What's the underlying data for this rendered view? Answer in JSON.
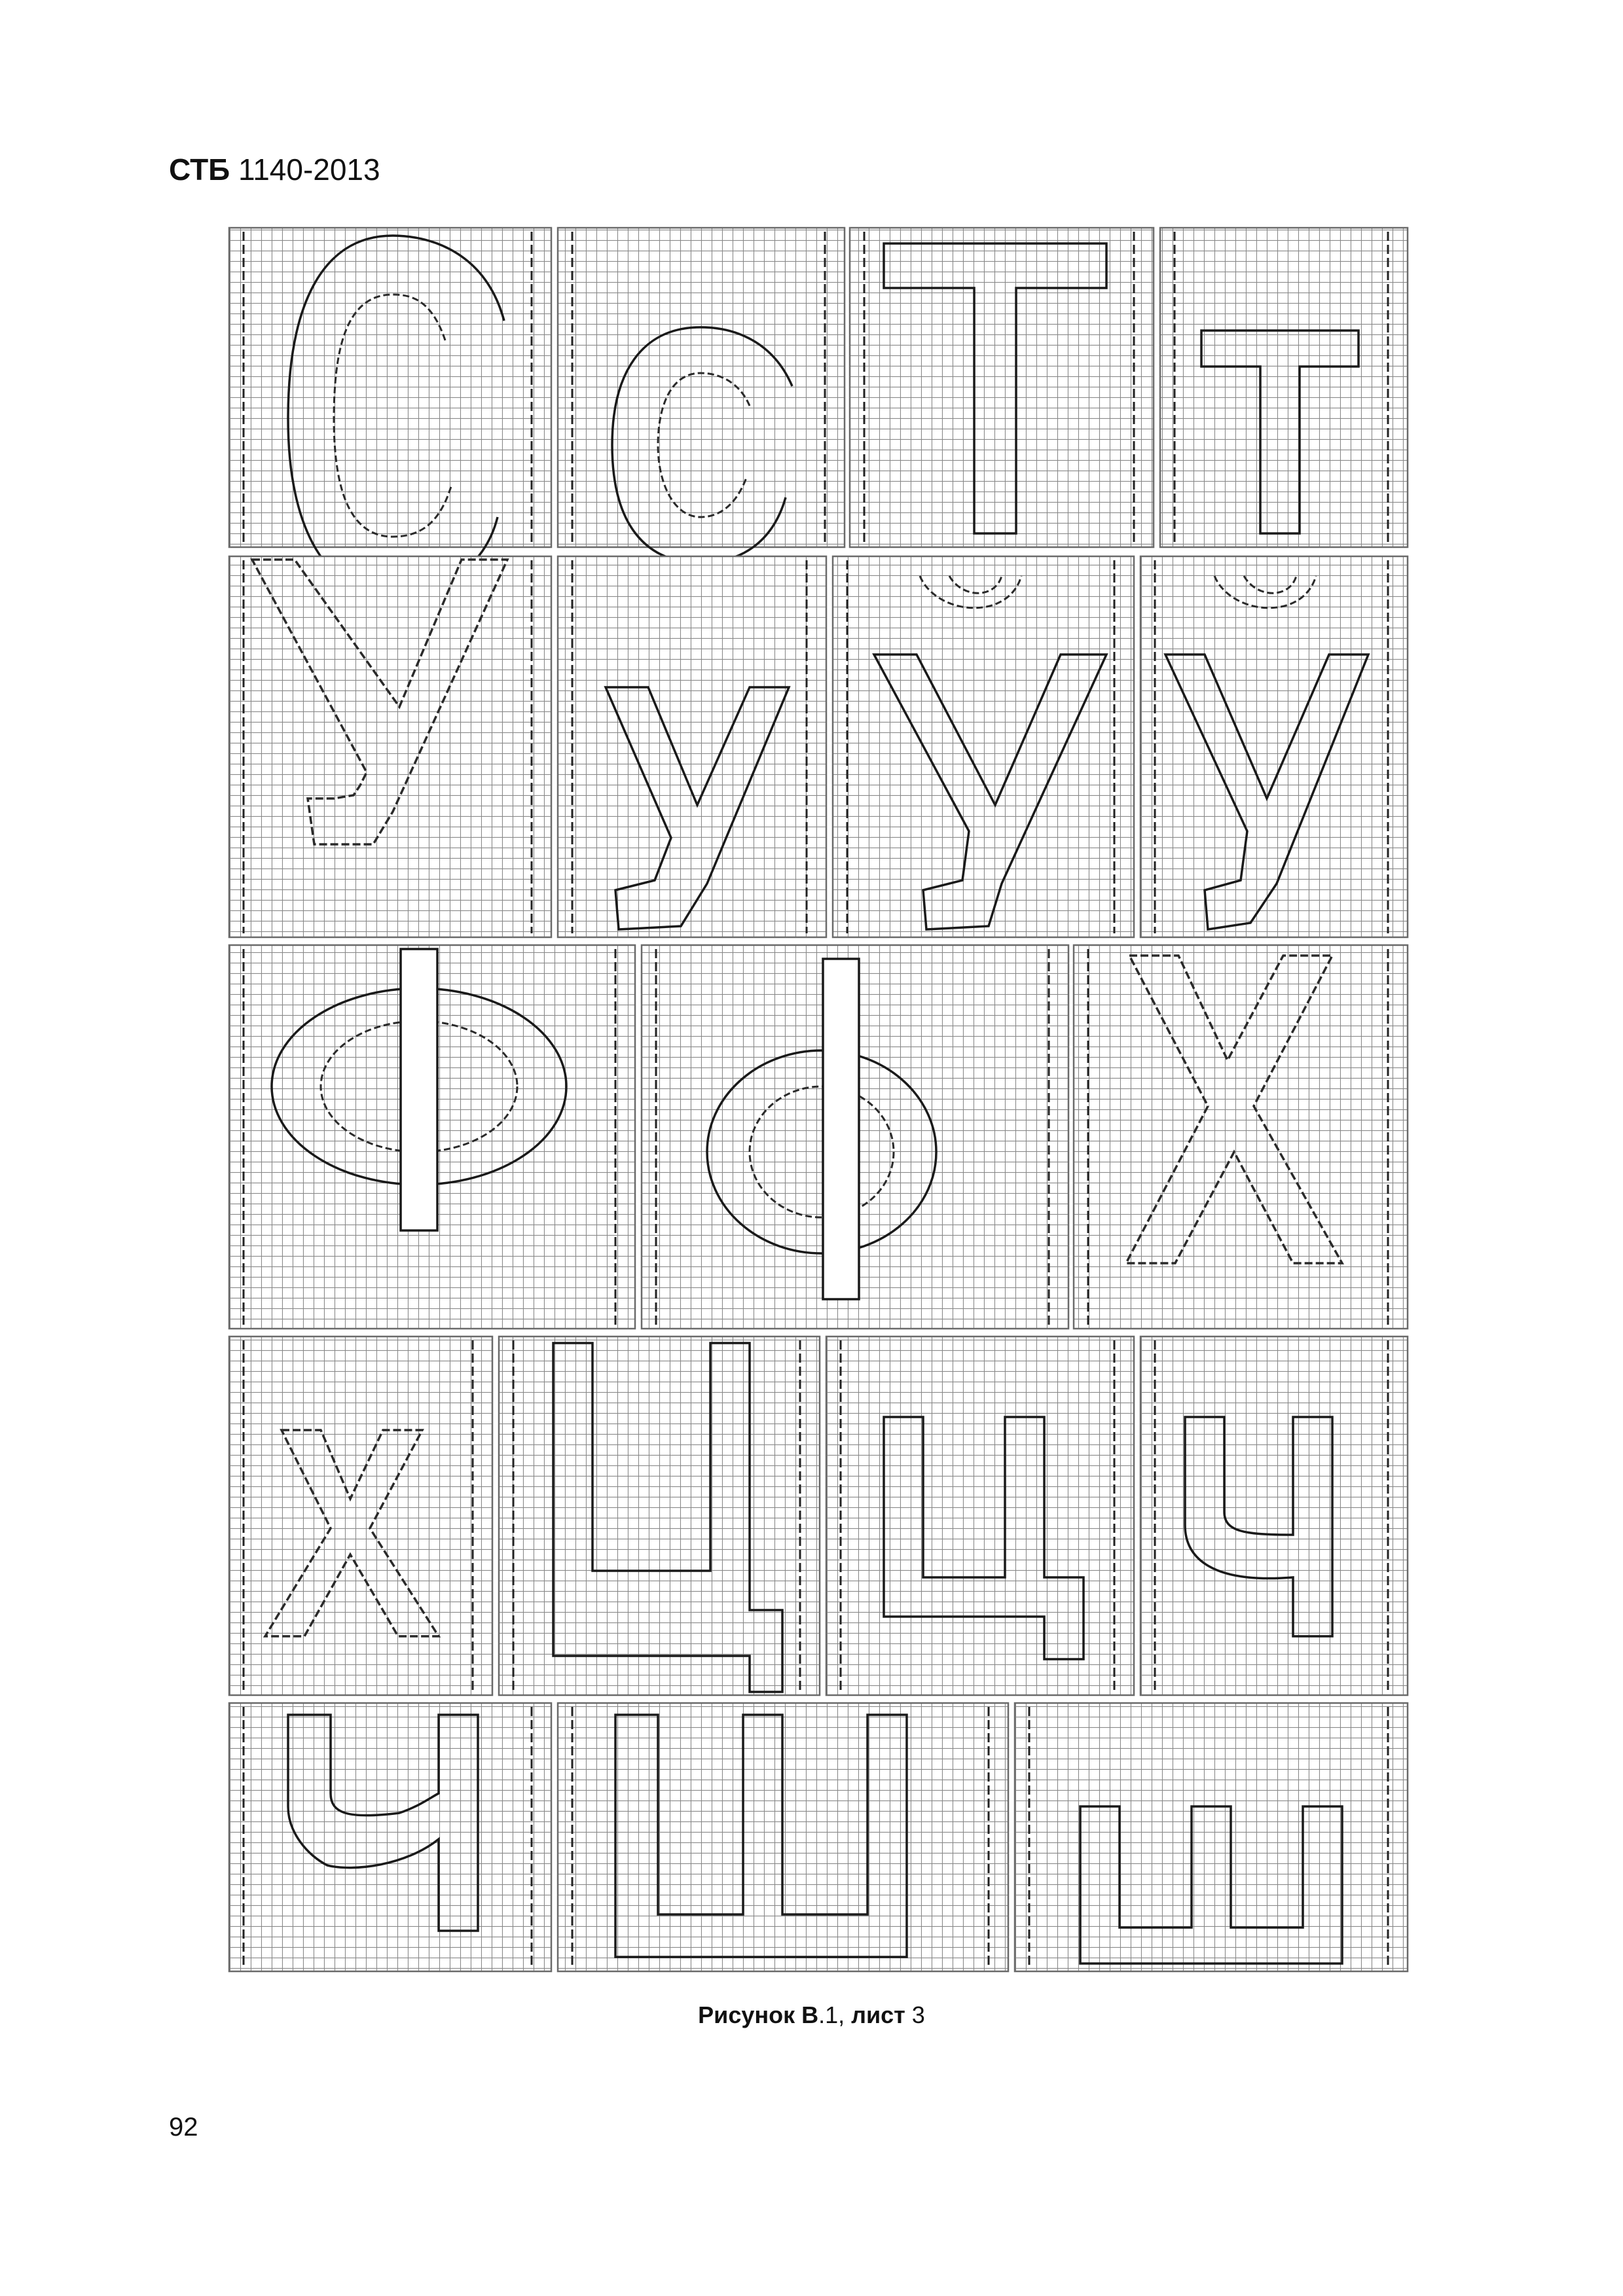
{
  "header": {
    "code": "СТБ",
    "number": "1140-2013"
  },
  "figure": {
    "glyph_rows": [
      [
        "С",
        "с",
        "Т",
        "т"
      ],
      [
        "У",
        "у",
        "Ў",
        "ў"
      ],
      [
        "Ф",
        "ф",
        "Х"
      ],
      [
        "х",
        "Ц",
        "ц",
        "ч"
      ],
      [
        "Ч",
        "Ш",
        "ш"
      ]
    ]
  },
  "caption": {
    "label": "Рисунок В",
    "sheet_num": ".1, ",
    "sheet_word": "лист",
    "sheet_val": " 3"
  },
  "page_number": "92"
}
